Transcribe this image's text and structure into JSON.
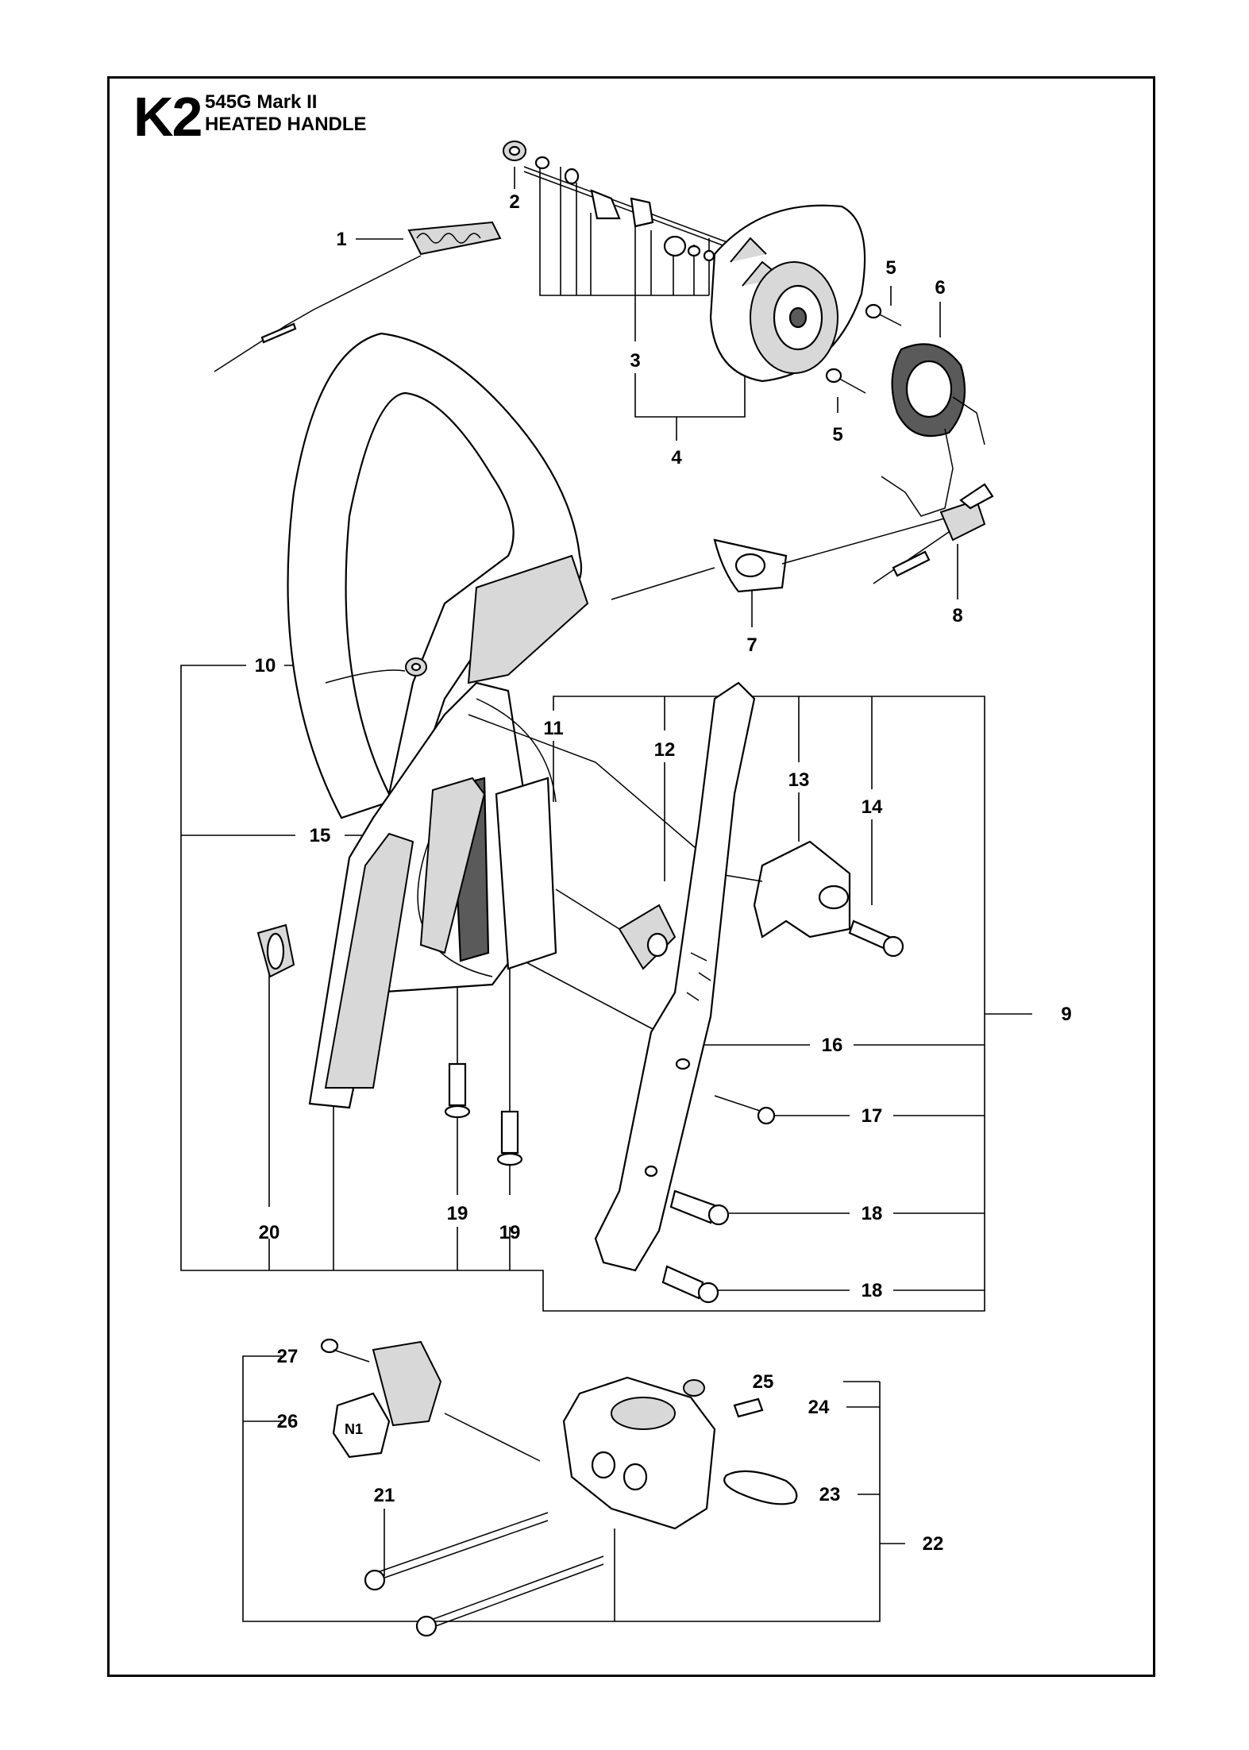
{
  "header": {
    "code": "K2",
    "model": "545G Mark II",
    "title": "HEATED HANDLE"
  },
  "callouts": {
    "c1": "1",
    "c2": "2",
    "c3": "3",
    "c4": "4",
    "c5a": "5",
    "c5b": "5",
    "c6": "6",
    "c7": "7",
    "c8": "8",
    "c9": "9",
    "c10": "10",
    "c11": "11",
    "c12": "12",
    "c13": "13",
    "c14": "14",
    "c15": "15",
    "c16": "16",
    "c17": "17",
    "c18a": "18",
    "c18b": "18",
    "c19a": "19",
    "c19b": "19",
    "c20": "20",
    "c21": "21",
    "c22": "22",
    "c23": "23",
    "c24": "24",
    "c25": "25",
    "c26": "26",
    "c27": "27"
  },
  "decal_text": "N1"
}
